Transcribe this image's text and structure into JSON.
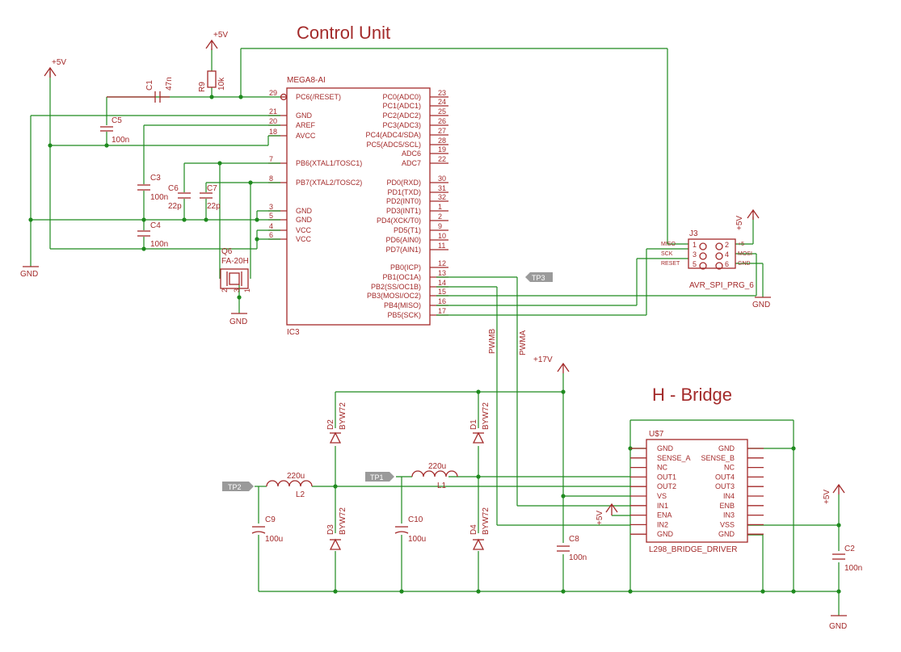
{
  "titles": {
    "control_unit": "Control Unit",
    "h_bridge": "H - Bridge"
  },
  "mcu": {
    "part": "MEGA8-AI",
    "ref": "IC3",
    "left_pins": [
      {
        "num": "29",
        "name": "PC6(/RESET)"
      },
      {
        "num": "21",
        "name": "GND"
      },
      {
        "num": "20",
        "name": "AREF"
      },
      {
        "num": "18",
        "name": "AVCC"
      },
      {
        "num": "7",
        "name": "PB6(XTAL1/TOSC1)"
      },
      {
        "num": "8",
        "name": "PB7(XTAL2/TOSC2)"
      },
      {
        "num": "3",
        "name": "GND"
      },
      {
        "num": "5",
        "name": "GND"
      },
      {
        "num": "4",
        "name": "VCC"
      },
      {
        "num": "6",
        "name": "VCC"
      }
    ],
    "right_pins": [
      {
        "num": "23",
        "name": "PC0(ADC0)"
      },
      {
        "num": "24",
        "name": "PC1(ADC1)"
      },
      {
        "num": "25",
        "name": "PC2(ADC2)"
      },
      {
        "num": "26",
        "name": "PC3(ADC3)"
      },
      {
        "num": "27",
        "name": "PC4(ADC4/SDA)"
      },
      {
        "num": "28",
        "name": "PC5(ADC5/SCL)"
      },
      {
        "num": "19",
        "name": "ADC6"
      },
      {
        "num": "22",
        "name": "ADC7"
      },
      {
        "num": "30",
        "name": "PD0(RXD)"
      },
      {
        "num": "31",
        "name": "PD1(TXD)"
      },
      {
        "num": "32",
        "name": "PD2(INT0)"
      },
      {
        "num": "1",
        "name": "PD3(INT1)"
      },
      {
        "num": "2",
        "name": "PD4(XCK/T0)"
      },
      {
        "num": "9",
        "name": "PD5(T1)"
      },
      {
        "num": "10",
        "name": "PD6(AIN0)"
      },
      {
        "num": "11",
        "name": "PD7(AIN1)"
      },
      {
        "num": "12",
        "name": "PB0(ICP)"
      },
      {
        "num": "13",
        "name": "PB1(OC1A)"
      },
      {
        "num": "14",
        "name": "PB2(SS/OC1B)"
      },
      {
        "num": "15",
        "name": "PB3(MOSI/OC2)"
      },
      {
        "num": "16",
        "name": "PB4(MISO)"
      },
      {
        "num": "17",
        "name": "PB5(SCK)"
      }
    ]
  },
  "driver": {
    "part": "L298_BRIDGE_DRIVER",
    "ref": "U$7",
    "left_pins": [
      "GND",
      "SENSE_A",
      "NC",
      "OUT1",
      "OUT2",
      "VS",
      "IN1",
      "ENA",
      "IN2",
      "GND"
    ],
    "right_pins": [
      "GND",
      "SENSE_B",
      "NC",
      "OUT4",
      "OUT3",
      "IN4",
      "ENB",
      "IN3",
      "VSS",
      "GND"
    ]
  },
  "connector": {
    "ref": "J3",
    "part": "AVR_SPI_PRG_6",
    "pin_nums_left": [
      "1",
      "3",
      "5"
    ],
    "pin_nums_right": [
      "2",
      "4",
      "6"
    ],
    "signals_left": [
      "MISO",
      "SCK",
      "RESET"
    ],
    "signals_right": [
      "+5",
      "MOSI",
      "GND"
    ]
  },
  "components": {
    "C1": {
      "ref": "C1",
      "value": "47n"
    },
    "R9": {
      "ref": "R9",
      "value": "10k"
    },
    "C5": {
      "ref": "C5",
      "value": "100n"
    },
    "C3": {
      "ref": "C3",
      "value": "100n"
    },
    "C4": {
      "ref": "C4",
      "value": "100n"
    },
    "C6": {
      "ref": "C6",
      "value": "22p"
    },
    "C7": {
      "ref": "C7",
      "value": "22p"
    },
    "Q6": {
      "ref": "Q6",
      "value": "FA-20H"
    },
    "C9": {
      "ref": "C9",
      "value": "100u"
    },
    "C10": {
      "ref": "C10",
      "value": "100u"
    },
    "C8": {
      "ref": "C8",
      "value": "100n"
    },
    "C2": {
      "ref": "C2",
      "value": "100n"
    },
    "L1": {
      "ref": "L1",
      "value": "220u"
    },
    "L2": {
      "ref": "L2",
      "value": "220u"
    },
    "D1": {
      "ref": "D1",
      "value": "BYW72"
    },
    "D2": {
      "ref": "D2",
      "value": "BYW72"
    },
    "D3": {
      "ref": "D3",
      "value": "BYW72"
    },
    "D4": {
      "ref": "D4",
      "value": "BYW72"
    }
  },
  "supplies": {
    "vcc5": "+5V",
    "vcc17": "+17V",
    "gnd": "GND"
  },
  "nets": {
    "pwmb": "PWMB",
    "pwma": "PWMA"
  },
  "test_points": {
    "tp1": "TP1",
    "tp2": "TP2",
    "tp3": "TP3"
  },
  "crystal_pins": {
    "p1": "1",
    "p2": "2",
    "p3": "3"
  },
  "colors": {
    "wire": "#1f8a1f",
    "component": "#a32a2a",
    "background": "#ffffff"
  }
}
